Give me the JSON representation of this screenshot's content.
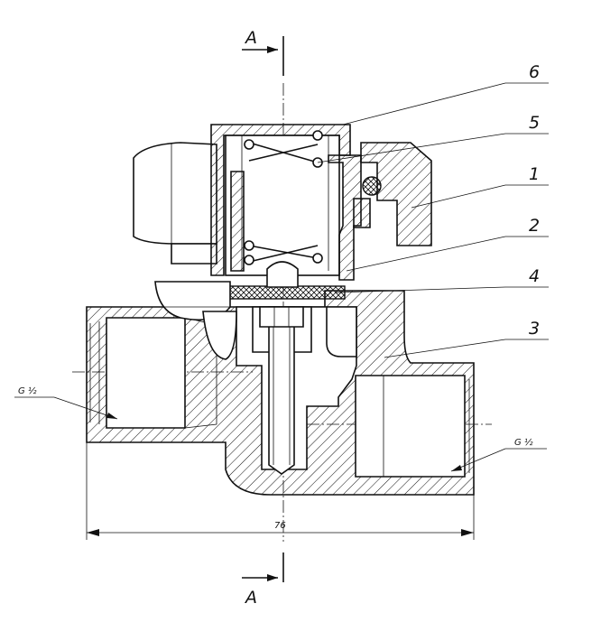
{
  "section_labels": {
    "top": "A",
    "bottom": "A"
  },
  "callouts": [
    {
      "id": "6",
      "text": "6"
    },
    {
      "id": "5",
      "text": "5"
    },
    {
      "id": "1",
      "text": "1"
    },
    {
      "id": "2",
      "text": "2"
    },
    {
      "id": "4",
      "text": "4"
    },
    {
      "id": "3",
      "text": "3"
    }
  ],
  "threads": {
    "left": "G ½",
    "right": "G ½"
  },
  "dimension": {
    "overall_length": "76"
  }
}
